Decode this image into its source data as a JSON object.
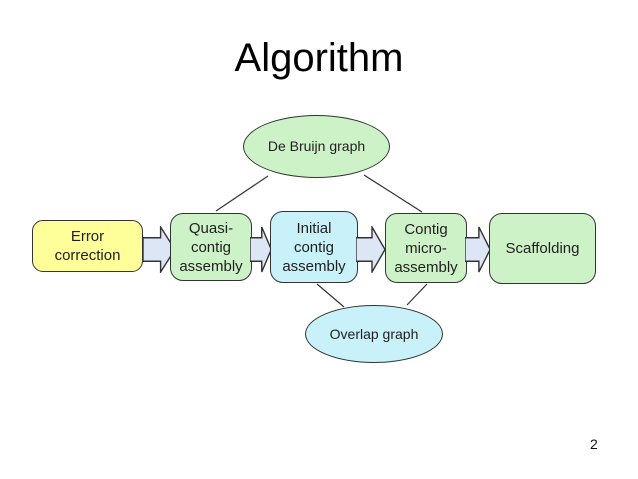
{
  "palette": {
    "bg": "#ffffff",
    "yellow": "#ffff99",
    "green": "#cef2c7",
    "cyan": "#c9f1f9",
    "arrow": "#dce6f4",
    "line": "#333333",
    "text": "#1f1f1f"
  },
  "slide": {
    "title": "Algorithm",
    "page_number": "2"
  },
  "diagram": {
    "ellipses": [
      {
        "id": "de-bruijn-graph",
        "label": "De Bruijn graph",
        "fill": "#cef2c7"
      },
      {
        "id": "overlap-graph",
        "label": "Overlap graph",
        "fill": "#c9f1f9"
      }
    ],
    "nodes": [
      {
        "id": "error-correction",
        "label": "Error\ncorrection",
        "fill": "#ffff99"
      },
      {
        "id": "quasi-contig-assembly",
        "label": "Quasi-\ncontig\nassembly",
        "fill": "#cef2c7"
      },
      {
        "id": "initial-contig-assembly",
        "label": "Initial\ncontig\nassembly",
        "fill": "#c9f1f9"
      },
      {
        "id": "contig-micro-assembly",
        "label": "Contig\nmicro-\nassembly",
        "fill": "#cef2c7"
      },
      {
        "id": "scaffolding",
        "label": "Scaffolding",
        "fill": "#cef2c7"
      }
    ],
    "flow_arrows": [
      {
        "from": "error-correction",
        "to": "quasi-contig-assembly"
      },
      {
        "from": "quasi-contig-assembly",
        "to": "initial-contig-assembly"
      },
      {
        "from": "initial-contig-assembly",
        "to": "contig-micro-assembly"
      },
      {
        "from": "contig-micro-assembly",
        "to": "scaffolding"
      }
    ],
    "connector_lines": [
      {
        "from": "de-bruijn-graph",
        "to": "quasi-contig-assembly"
      },
      {
        "from": "de-bruijn-graph",
        "to": "contig-micro-assembly"
      },
      {
        "from": "initial-contig-assembly",
        "to": "overlap-graph"
      },
      {
        "from": "contig-micro-assembly",
        "to": "overlap-graph"
      }
    ]
  }
}
